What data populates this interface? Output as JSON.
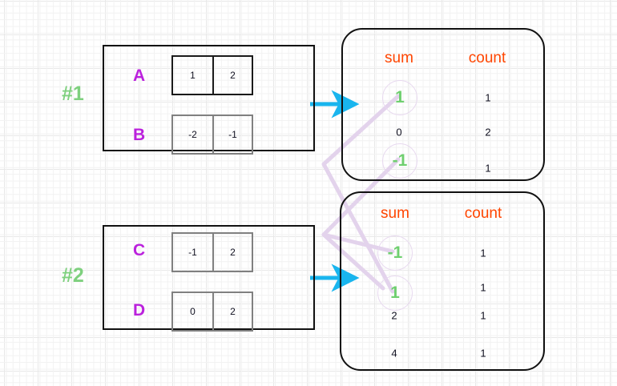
{
  "diagram": {
    "title": "sum-count aggregation grouping diagram",
    "colors": {
      "group_label": "#7ed07e",
      "row_letter": "#bb22dd",
      "column_header": "#ff4500",
      "highlight_value": "#6fcf6f",
      "arrow": "#19b5ee",
      "link_line": "#e3d3ec",
      "box_border": "#111111",
      "cell_border_dark": "#1a1a1a",
      "cell_border_gray": "#808080"
    },
    "groups": [
      {
        "label": "#1",
        "rows": [
          {
            "name": "A",
            "border": "dark",
            "values": [
              "1",
              "2"
            ]
          },
          {
            "name": "B",
            "border": "gray",
            "values": [
              "-2",
              "-1"
            ]
          }
        ]
      },
      {
        "label": "#2",
        "rows": [
          {
            "name": "C",
            "border": "gray",
            "values": [
              "-1",
              "2"
            ]
          },
          {
            "name": "D",
            "border": "gray",
            "values": [
              "0",
              "2"
            ]
          }
        ]
      }
    ],
    "panels": [
      {
        "id": "panel-top",
        "headers": {
          "sum": "sum",
          "count": "count"
        },
        "rows": [
          {
            "sum": "1",
            "count": "1",
            "highlight": true
          },
          {
            "sum": "0",
            "count": "2",
            "highlight": false
          },
          {
            "sum": "-1",
            "count": "1",
            "highlight": true
          }
        ]
      },
      {
        "id": "panel-bottom",
        "headers": {
          "sum": "sum",
          "count": "count"
        },
        "rows": [
          {
            "sum": "-1",
            "count": "1",
            "highlight": true
          },
          {
            "sum": "1",
            "count": "1",
            "highlight": true
          },
          {
            "sum": "2",
            "count": "1",
            "highlight": false
          },
          {
            "sum": "4",
            "count": "1",
            "highlight": false
          }
        ]
      }
    ],
    "arrows": [
      {
        "name": "arrow-group1-to-panel-top",
        "from": "#1",
        "to": "panel-top"
      },
      {
        "name": "arrow-group2-to-panel-bottom",
        "from": "#2",
        "to": "panel-bottom"
      }
    ],
    "links": [
      {
        "name": "link-top-1-to-bottom-1",
        "from": "panel-top.sum=1",
        "to": "panel-bottom.sum=1"
      },
      {
        "name": "link-top-minus1-to-bottom-minus1",
        "from": "panel-top.sum=-1",
        "to": "panel-bottom.sum=-1"
      }
    ]
  }
}
